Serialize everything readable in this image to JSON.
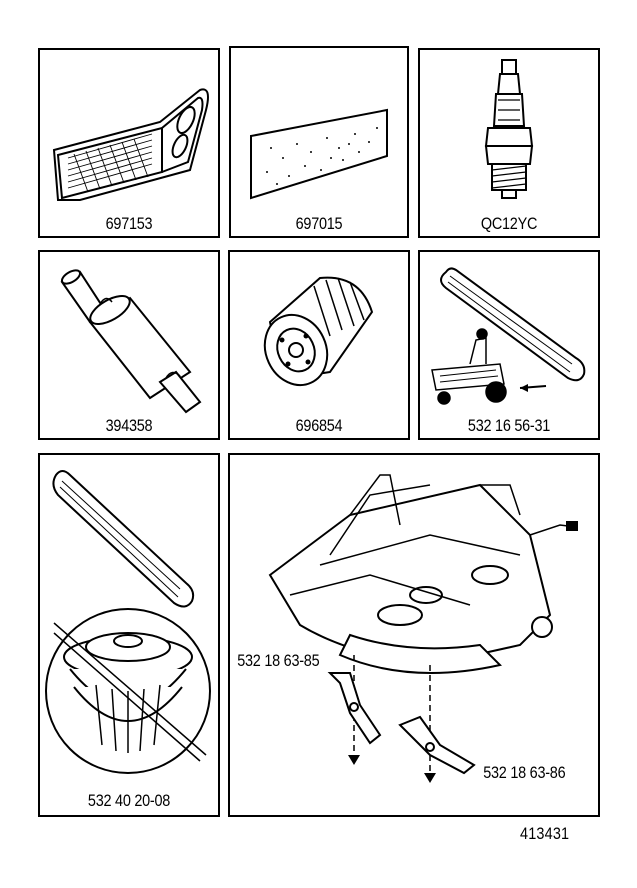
{
  "parts": [
    {
      "id": "air-filter",
      "part_number": "697153"
    },
    {
      "id": "pre-filter",
      "part_number": "697015"
    },
    {
      "id": "spark-plug",
      "part_number": "QC12YC"
    },
    {
      "id": "fuel-filter",
      "part_number": "394358"
    },
    {
      "id": "oil-filter",
      "part_number": "696854"
    },
    {
      "id": "drive-belt",
      "part_number": "532 16 56-31"
    },
    {
      "id": "deck-belt-pulley",
      "part_number": "532 40 20-08"
    },
    {
      "id": "blade-left",
      "part_number": "532 18  63-85"
    },
    {
      "id": "blade-right",
      "part_number": "532 18 63-86"
    }
  ],
  "figure_number": "413431"
}
